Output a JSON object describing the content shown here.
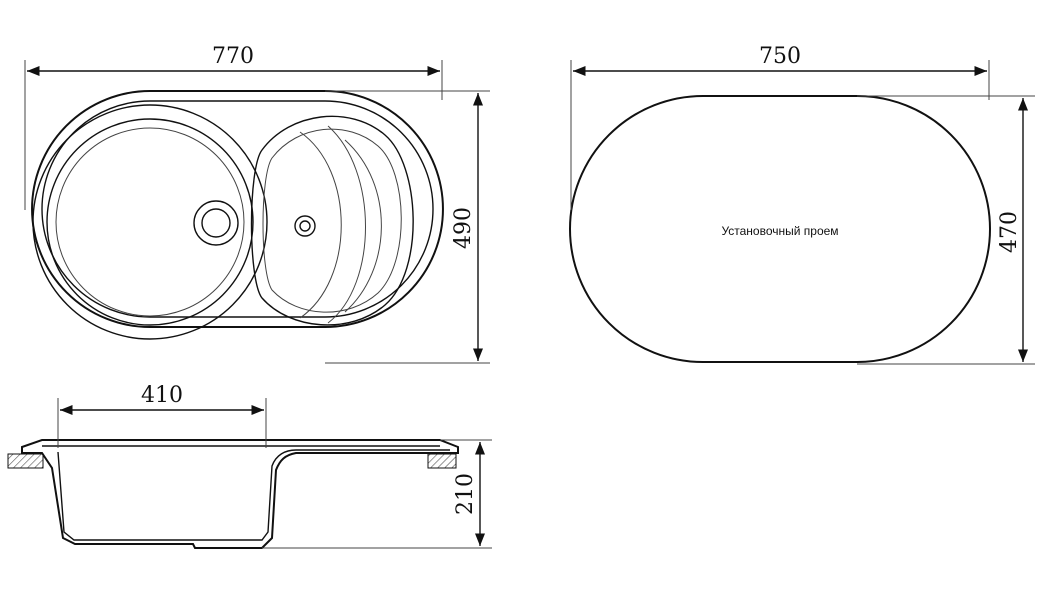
{
  "top_view": {
    "width_label": "770",
    "height_label": "490"
  },
  "cutout_view": {
    "width_label": "750",
    "height_label": "470",
    "caption": "Установочный проем"
  },
  "side_view": {
    "bowl_width_label": "410",
    "depth_label": "210"
  },
  "colors": {
    "ink": "#111111",
    "hatch": "#555555",
    "background": "#ffffff"
  }
}
